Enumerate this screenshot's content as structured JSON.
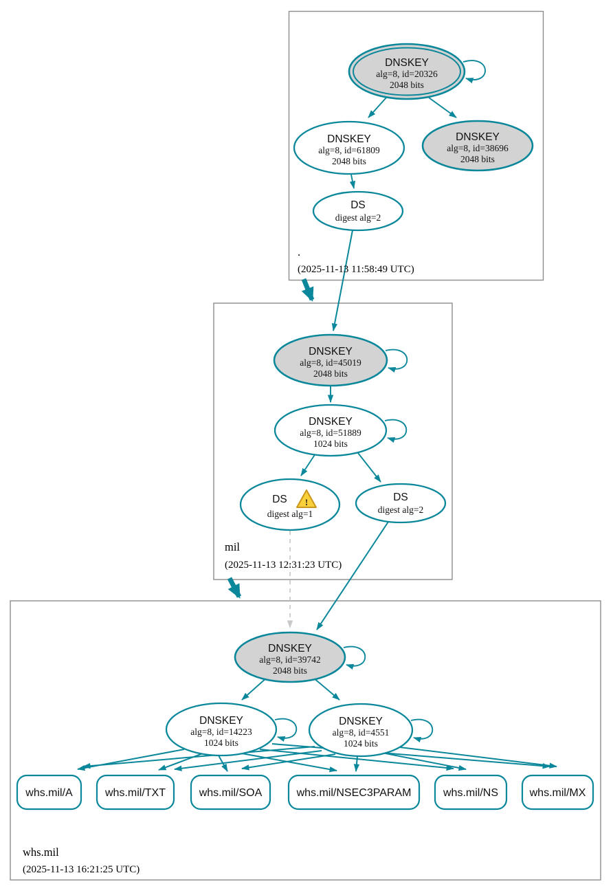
{
  "diagram": {
    "type": "DNSSEC authentication chain graph",
    "colors": {
      "secure_teal": "#0a879a",
      "ksk_fill": "#d3d3d3",
      "zsk_fill": "#ffffff",
      "warning_fill": "#f9d03a",
      "warning_stroke": "#c9971d",
      "dashed_gray": "#c9c9c9",
      "zone_box_border": "#8c8c8c"
    }
  },
  "zones": {
    "root": {
      "label": ".",
      "timestamp": "(2025-11-13 11:58:49 UTC)",
      "ksk": {
        "title": "DNSKEY",
        "alg": "alg=8, id=20326",
        "bits": "2048 bits"
      },
      "zsk": {
        "title": "DNSKEY",
        "alg": "alg=8, id=61809",
        "bits": "2048 bits"
      },
      "ksk2": {
        "title": "DNSKEY",
        "alg": "alg=8, id=38696",
        "bits": "2048 bits"
      },
      "ds": {
        "title": "DS",
        "digest": "digest alg=2"
      }
    },
    "mil": {
      "label": "mil",
      "timestamp": "(2025-11-13 12:31:23 UTC)",
      "ksk": {
        "title": "DNSKEY",
        "alg": "alg=8, id=45019",
        "bits": "2048 bits"
      },
      "zsk": {
        "title": "DNSKEY",
        "alg": "alg=8, id=51889",
        "bits": "1024 bits"
      },
      "ds1": {
        "title": "DS",
        "digest": "digest alg=1",
        "warning": "!"
      },
      "ds2": {
        "title": "DS",
        "digest": "digest alg=2"
      }
    },
    "whs_mil": {
      "label": "whs.mil",
      "timestamp": "(2025-11-13 16:21:25 UTC)",
      "ksk": {
        "title": "DNSKEY",
        "alg": "alg=8, id=39742",
        "bits": "2048 bits"
      },
      "zsk1": {
        "title": "DNSKEY",
        "alg": "alg=8, id=14223",
        "bits": "1024 bits"
      },
      "zsk2": {
        "title": "DNSKEY",
        "alg": "alg=8, id=4551",
        "bits": "1024 bits"
      },
      "rrsets": [
        {
          "label": "whs.mil/A"
        },
        {
          "label": "whs.mil/TXT"
        },
        {
          "label": "whs.mil/SOA"
        },
        {
          "label": "whs.mil/NSEC3PARAM"
        },
        {
          "label": "whs.mil/NS"
        },
        {
          "label": "whs.mil/MX"
        }
      ]
    }
  }
}
